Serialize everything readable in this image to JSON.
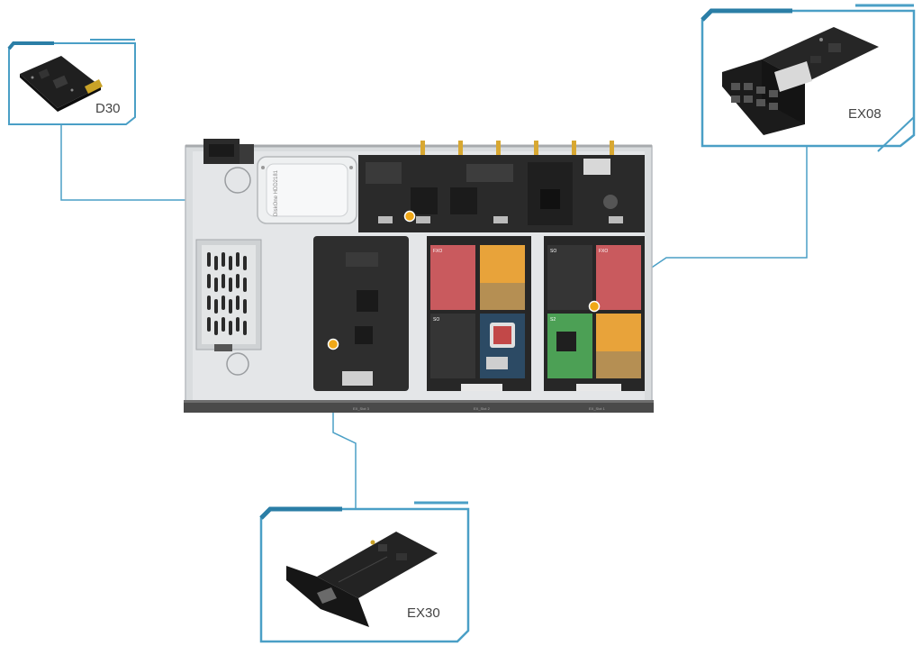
{
  "callouts": {
    "d30": {
      "label": "D30"
    },
    "ex08": {
      "label": "EX08"
    },
    "ex30": {
      "label": "EX30"
    }
  },
  "chassis": {
    "hdd_label": "DiskOne HDD2181",
    "slots": [
      "EX_Slot 3",
      "EX_Slot 2",
      "EX_Slot 1"
    ],
    "modules": {
      "slot2": [
        "FXO",
        "",
        "SO",
        ""
      ],
      "slot1": [
        "SO",
        "FXO",
        "S2",
        ""
      ]
    }
  },
  "colors": {
    "accent": "#4a9fc6",
    "accent_dark": "#2b7ea6",
    "marker": "#f0a818",
    "pcb": "#2a2a2a",
    "fxo_red": "#c95a5e",
    "fxs_orange": "#e8a33a",
    "gsm_green": "#4ca055",
    "sim_blue": "#2c4a64"
  }
}
